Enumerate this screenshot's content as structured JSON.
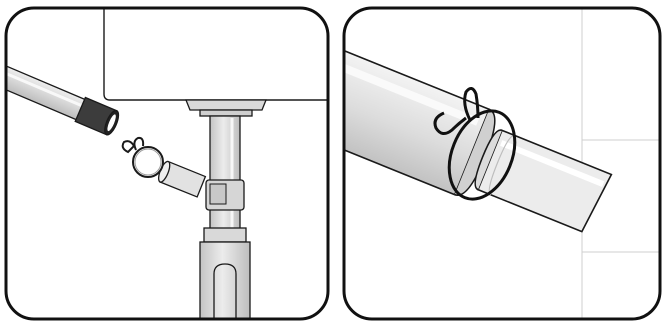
{
  "figure": {
    "panels": [
      {
        "id": "left",
        "depicts": "hose-detached-from-sink-drain-with-spring-clamp"
      },
      {
        "id": "right",
        "depicts": "hose-pushed-onto-pipe-secured-with-spring-clamp"
      }
    ],
    "colors": {
      "outline": "#1a1a1a",
      "frame": "#111111",
      "panel_bg": "#ffffff",
      "pipe_light": "#e6e6e6",
      "pipe_mid": "#d2d2d2",
      "pipe_dark": "#b9b9b9",
      "hose_dark": "#3c3c3c",
      "wall_line": "#cfcfcf"
    }
  }
}
